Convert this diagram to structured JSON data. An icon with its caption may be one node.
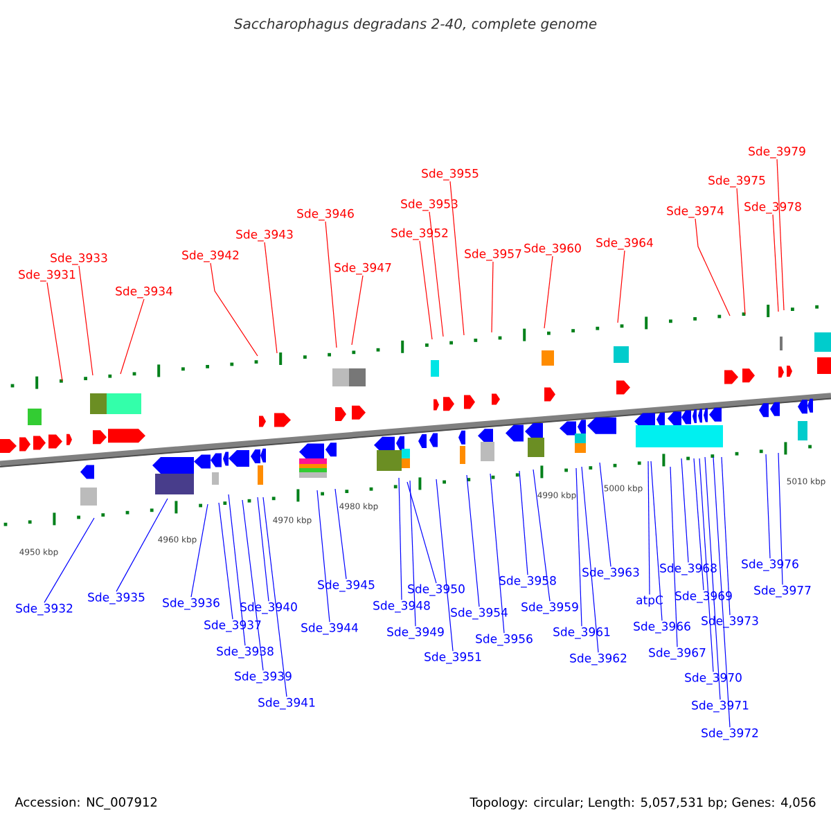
{
  "diagram": {
    "title": "Saccharophagus degradans 2-40, complete genome",
    "nodes": [
      {
        "text": [
          "Sde_3931"
        ]
      },
      {
        "text": [
          "Sde_3933"
        ]
      },
      {
        "text": [
          "Sde_3934"
        ]
      },
      {
        "text": [
          "Sde_3942"
        ]
      },
      {
        "text": [
          "Sde_3943"
        ]
      },
      {
        "text": [
          "Sde_3946"
        ]
      },
      {
        "text": [
          "Sde_3947"
        ]
      },
      {
        "text": [
          "Sde_3952"
        ]
      },
      {
        "text": [
          "Sde_3953"
        ]
      },
      {
        "text": [
          "Sde_3955"
        ]
      },
      {
        "text": [
          "Sde_3957"
        ]
      },
      {
        "text": [
          "Sde_3960"
        ]
      },
      {
        "text": [
          "Sde_3964"
        ]
      },
      {
        "text": [
          "Sde_3974"
        ]
      },
      {
        "text": [
          "Sde_3975"
        ]
      },
      {
        "text": [
          "Sde_3978"
        ]
      },
      {
        "text": [
          "Sde_3979"
        ]
      },
      {
        "text": [
          "Sde_3932"
        ]
      },
      {
        "text": [
          "Sde_3935"
        ]
      },
      {
        "text": [
          "Sde_3936"
        ]
      },
      {
        "text": [
          "Sde_3937"
        ]
      },
      {
        "text": [
          "Sde_3938"
        ]
      },
      {
        "text": [
          "Sde_3939"
        ]
      },
      {
        "text": [
          "Sde_3940"
        ]
      },
      {
        "text": [
          "Sde_3941"
        ]
      },
      {
        "text": [
          "Sde_3944"
        ]
      },
      {
        "text": [
          "Sde_3945"
        ]
      },
      {
        "text": [
          "Sde_3948"
        ]
      },
      {
        "text": [
          "Sde_3949"
        ]
      },
      {
        "text": [
          "Sde_3950"
        ]
      },
      {
        "text": [
          "Sde_3951"
        ]
      },
      {
        "text": [
          "Sde_3954"
        ]
      },
      {
        "text": [
          "Sde_3956"
        ]
      },
      {
        "text": [
          "Sde_3958"
        ]
      },
      {
        "text": [
          "Sde_3959"
        ]
      },
      {
        "text": [
          "Sde_3961"
        ]
      },
      {
        "text": [
          "Sde_3962"
        ]
      },
      {
        "text": [
          "Sde_3963"
        ]
      },
      {
        "text": [
          "atpC"
        ]
      },
      {
        "text": [
          "Sde_3966"
        ]
      },
      {
        "text": [
          "Sde_3967"
        ]
      },
      {
        "text": [
          "Sde_3968"
        ]
      },
      {
        "text": [
          "Sde_3969"
        ]
      },
      {
        "text": [
          "Sde_3970"
        ]
      },
      {
        "text": [
          "Sde_3971"
        ]
      },
      {
        "text": [
          "Sde_3972"
        ]
      },
      {
        "text": [
          "Sde_3973"
        ]
      },
      {
        "text": [
          "Sde_3976"
        ]
      },
      {
        "text": [
          "Sde_3977"
        ]
      }
    ],
    "edges": [
      {
        "from": 0,
        "to": null,
        "arrow": "none",
        "color": "#ff0000"
      },
      {
        "from": 1,
        "to": null,
        "arrow": "none",
        "color": "#ff0000"
      },
      {
        "from": 2,
        "to": null,
        "arrow": "none",
        "color": "#ff0000"
      },
      {
        "from": 3,
        "to": null,
        "arrow": "none",
        "color": "#ff0000"
      },
      {
        "from": 4,
        "to": null,
        "arrow": "none",
        "color": "#ff0000"
      },
      {
        "from": 5,
        "to": null,
        "arrow": "none",
        "color": "#ff0000"
      },
      {
        "from": 6,
        "to": null,
        "arrow": "none",
        "color": "#ff0000"
      },
      {
        "from": 7,
        "to": null,
        "arrow": "none",
        "color": "#ff0000"
      },
      {
        "from": 8,
        "to": null,
        "arrow": "none",
        "color": "#ff0000"
      },
      {
        "from": 9,
        "to": null,
        "arrow": "none",
        "color": "#ff0000"
      },
      {
        "from": 10,
        "to": null,
        "arrow": "none",
        "color": "#ff0000"
      },
      {
        "from": 11,
        "to": null,
        "arrow": "none",
        "color": "#ff0000"
      },
      {
        "from": 12,
        "to": null,
        "arrow": "none",
        "color": "#ff0000"
      },
      {
        "from": 13,
        "to": null,
        "arrow": "none",
        "color": "#ff0000"
      },
      {
        "from": 14,
        "to": null,
        "arrow": "none",
        "color": "#ff0000"
      },
      {
        "from": 15,
        "to": null,
        "arrow": "none",
        "color": "#ff0000"
      },
      {
        "from": 16,
        "to": null,
        "arrow": "none",
        "color": "#ff0000"
      },
      {
        "from": 17,
        "to": null,
        "arrow": "none"
      },
      {
        "from": 18,
        "to": null,
        "arrow": "none"
      },
      {
        "from": 19,
        "to": null,
        "arrow": "none"
      },
      {
        "from": 20,
        "to": null,
        "arrow": "none"
      },
      {
        "from": 21,
        "to": null,
        "arrow": "none"
      },
      {
        "from": 22,
        "to": null,
        "arrow": "none"
      },
      {
        "from": 23,
        "to": null,
        "arrow": "none"
      },
      {
        "from": 24,
        "to": null,
        "arrow": "none"
      },
      {
        "from": 25,
        "to": null,
        "arrow": "none"
      },
      {
        "from": 26,
        "to": null,
        "arrow": "none"
      },
      {
        "from": 27,
        "to": null,
        "arrow": "none"
      },
      {
        "from": 28,
        "to": null,
        "arrow": "none"
      },
      {
        "from": 29,
        "to": null,
        "arrow": "none"
      },
      {
        "from": 30,
        "to": null,
        "arrow": "none"
      },
      {
        "from": 31,
        "to": null,
        "arrow": "none"
      },
      {
        "from": 32,
        "to": null,
        "arrow": "none"
      },
      {
        "from": 33,
        "to": null,
        "arrow": "none"
      },
      {
        "from": 34,
        "to": null,
        "arrow": "none"
      },
      {
        "from": 35,
        "to": null,
        "arrow": "none"
      },
      {
        "from": 36,
        "to": null,
        "arrow": "none"
      },
      {
        "from": 37,
        "to": null,
        "arrow": "none"
      },
      {
        "from": 38,
        "to": null,
        "arrow": "none"
      },
      {
        "from": 39,
        "to": null,
        "arrow": "none"
      },
      {
        "from": 40,
        "to": null,
        "arrow": "none"
      },
      {
        "from": 41,
        "to": null,
        "arrow": "none"
      },
      {
        "from": 42,
        "to": null,
        "arrow": "none"
      },
      {
        "from": 43,
        "to": null,
        "arrow": "none"
      },
      {
        "from": 44,
        "to": null,
        "arrow": "none"
      },
      {
        "from": 45,
        "to": null,
        "arrow": "none"
      },
      {
        "from": 46,
        "to": null,
        "arrow": "none"
      },
      {
        "from": 47,
        "to": null,
        "arrow": "none"
      },
      {
        "from": 48,
        "to": null,
        "arrow": "none"
      }
    ],
    "labels": [
      "4950 kbp",
      "4960 kbp",
      "4970 kbp",
      "4980 kbp",
      "4990 kbp",
      "5000 kbp",
      "5010 kbp",
      "Accession: NC_007912",
      "Topology: circular; Length: 5,057,531 bp; Genes: 4,056"
    ]
  }
}
